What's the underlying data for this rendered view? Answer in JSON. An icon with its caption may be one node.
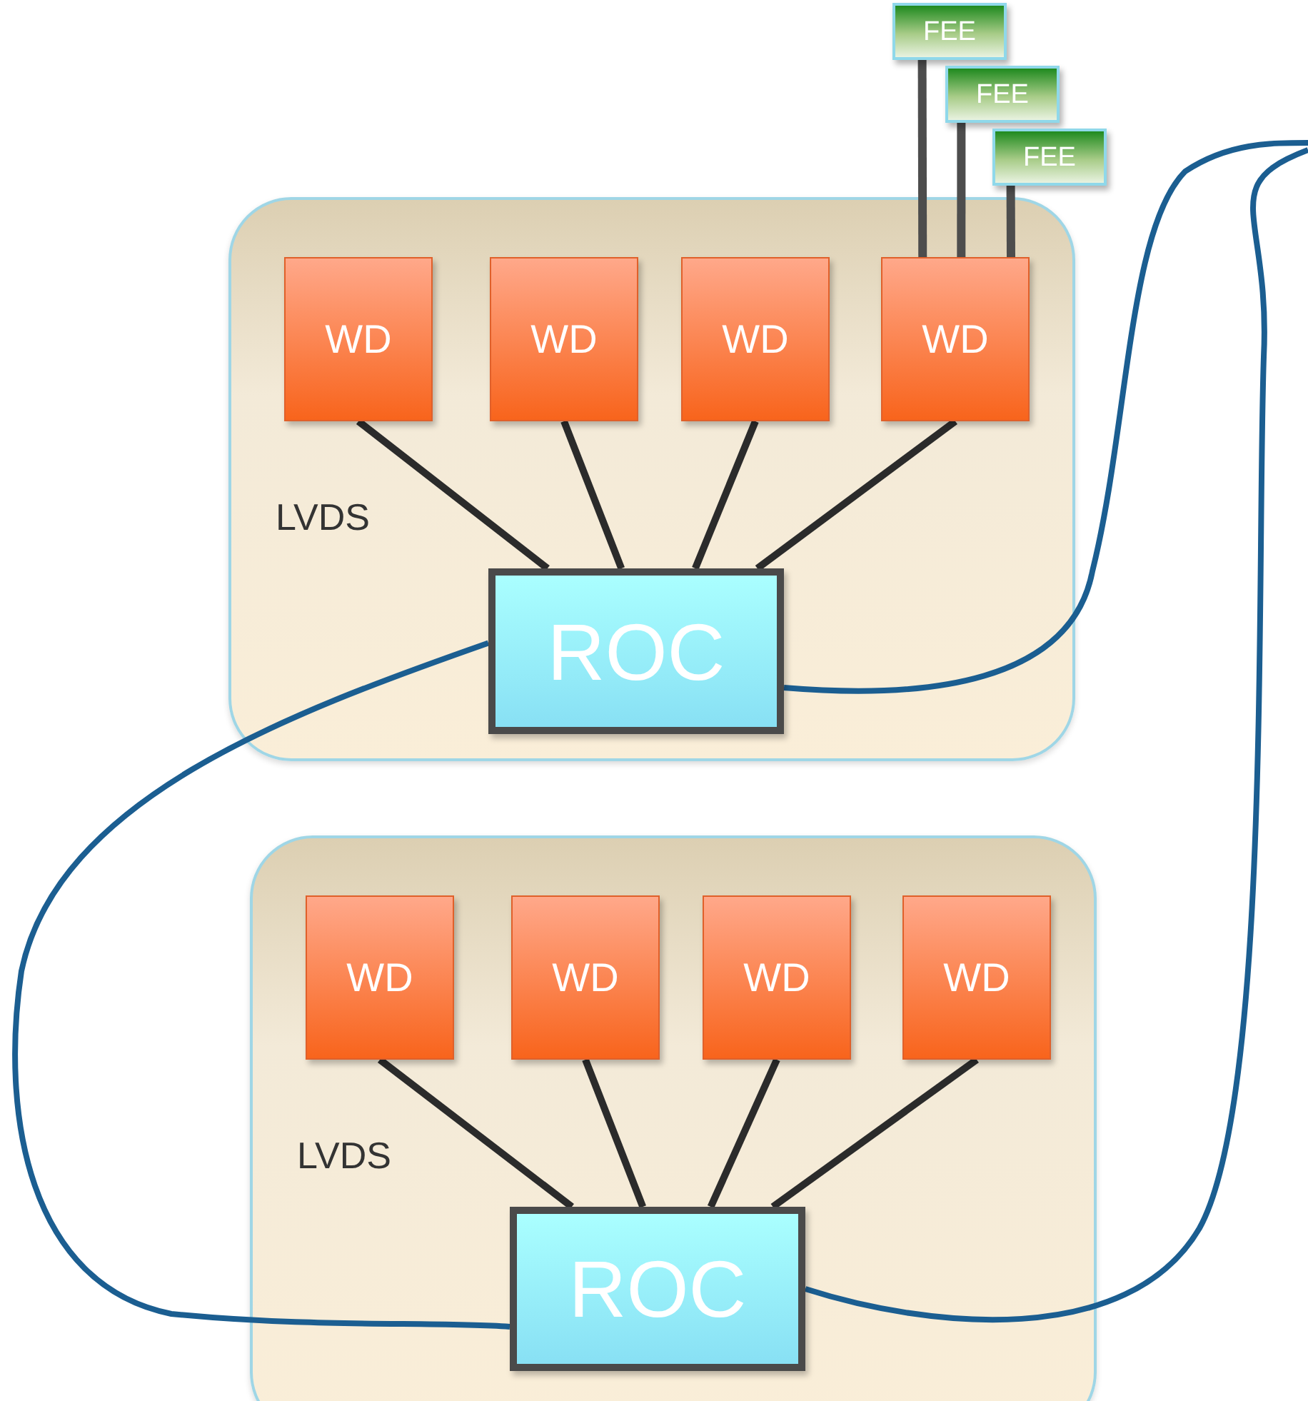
{
  "diagram": {
    "nodes": [
      {
        "text": [
          "LVDS"
        ]
      },
      {
        "text": [
          "WD"
        ],
        "in": 0
      },
      {
        "text": [
          "WD"
        ],
        "in": 0
      },
      {
        "text": [
          "WD"
        ],
        "in": 0
      },
      {
        "text": [
          "WD"
        ],
        "in": 0
      },
      {
        "text": [
          "ROC"
        ],
        "in": 0
      },
      {
        "text": [
          "FEE"
        ]
      },
      {
        "text": [
          "FEE"
        ]
      },
      {
        "text": [
          "FEE"
        ]
      },
      {
        "text": [
          "LVDS"
        ]
      },
      {
        "text": [
          "WD"
        ],
        "in": 9
      },
      {
        "text": [
          "WD"
        ],
        "in": 9
      },
      {
        "text": [
          "WD"
        ],
        "in": 9
      },
      {
        "text": [
          "WD"
        ],
        "in": 9
      },
      {
        "text": [
          "ROC"
        ],
        "in": 9
      }
    ],
    "edges": [
      {
        "from": 1,
        "to": 5,
        "arrow": "none"
      },
      {
        "from": 2,
        "to": 5,
        "arrow": "none"
      },
      {
        "from": 3,
        "to": 5,
        "arrow": "none"
      },
      {
        "from": 4,
        "to": 5,
        "arrow": "none"
      },
      {
        "from": 6,
        "to": 4,
        "arrow": "none"
      },
      {
        "from": 7,
        "to": 4,
        "arrow": "none"
      },
      {
        "from": 8,
        "to": 4,
        "arrow": "none"
      },
      {
        "from": 5,
        "to": null,
        "arrow": "none",
        "color": "#1b5e91"
      },
      {
        "from": 5,
        "to": 14,
        "arrow": "none",
        "color": "#1b5e91"
      },
      {
        "from": 10,
        "to": 14,
        "arrow": "none"
      },
      {
        "from": 11,
        "to": 14,
        "arrow": "none"
      },
      {
        "from": 12,
        "to": 14,
        "arrow": "none"
      },
      {
        "from": 13,
        "to": 14,
        "arrow": "none"
      },
      {
        "from": 14,
        "to": null,
        "arrow": "none",
        "color": "#1b5e91"
      }
    ]
  }
}
